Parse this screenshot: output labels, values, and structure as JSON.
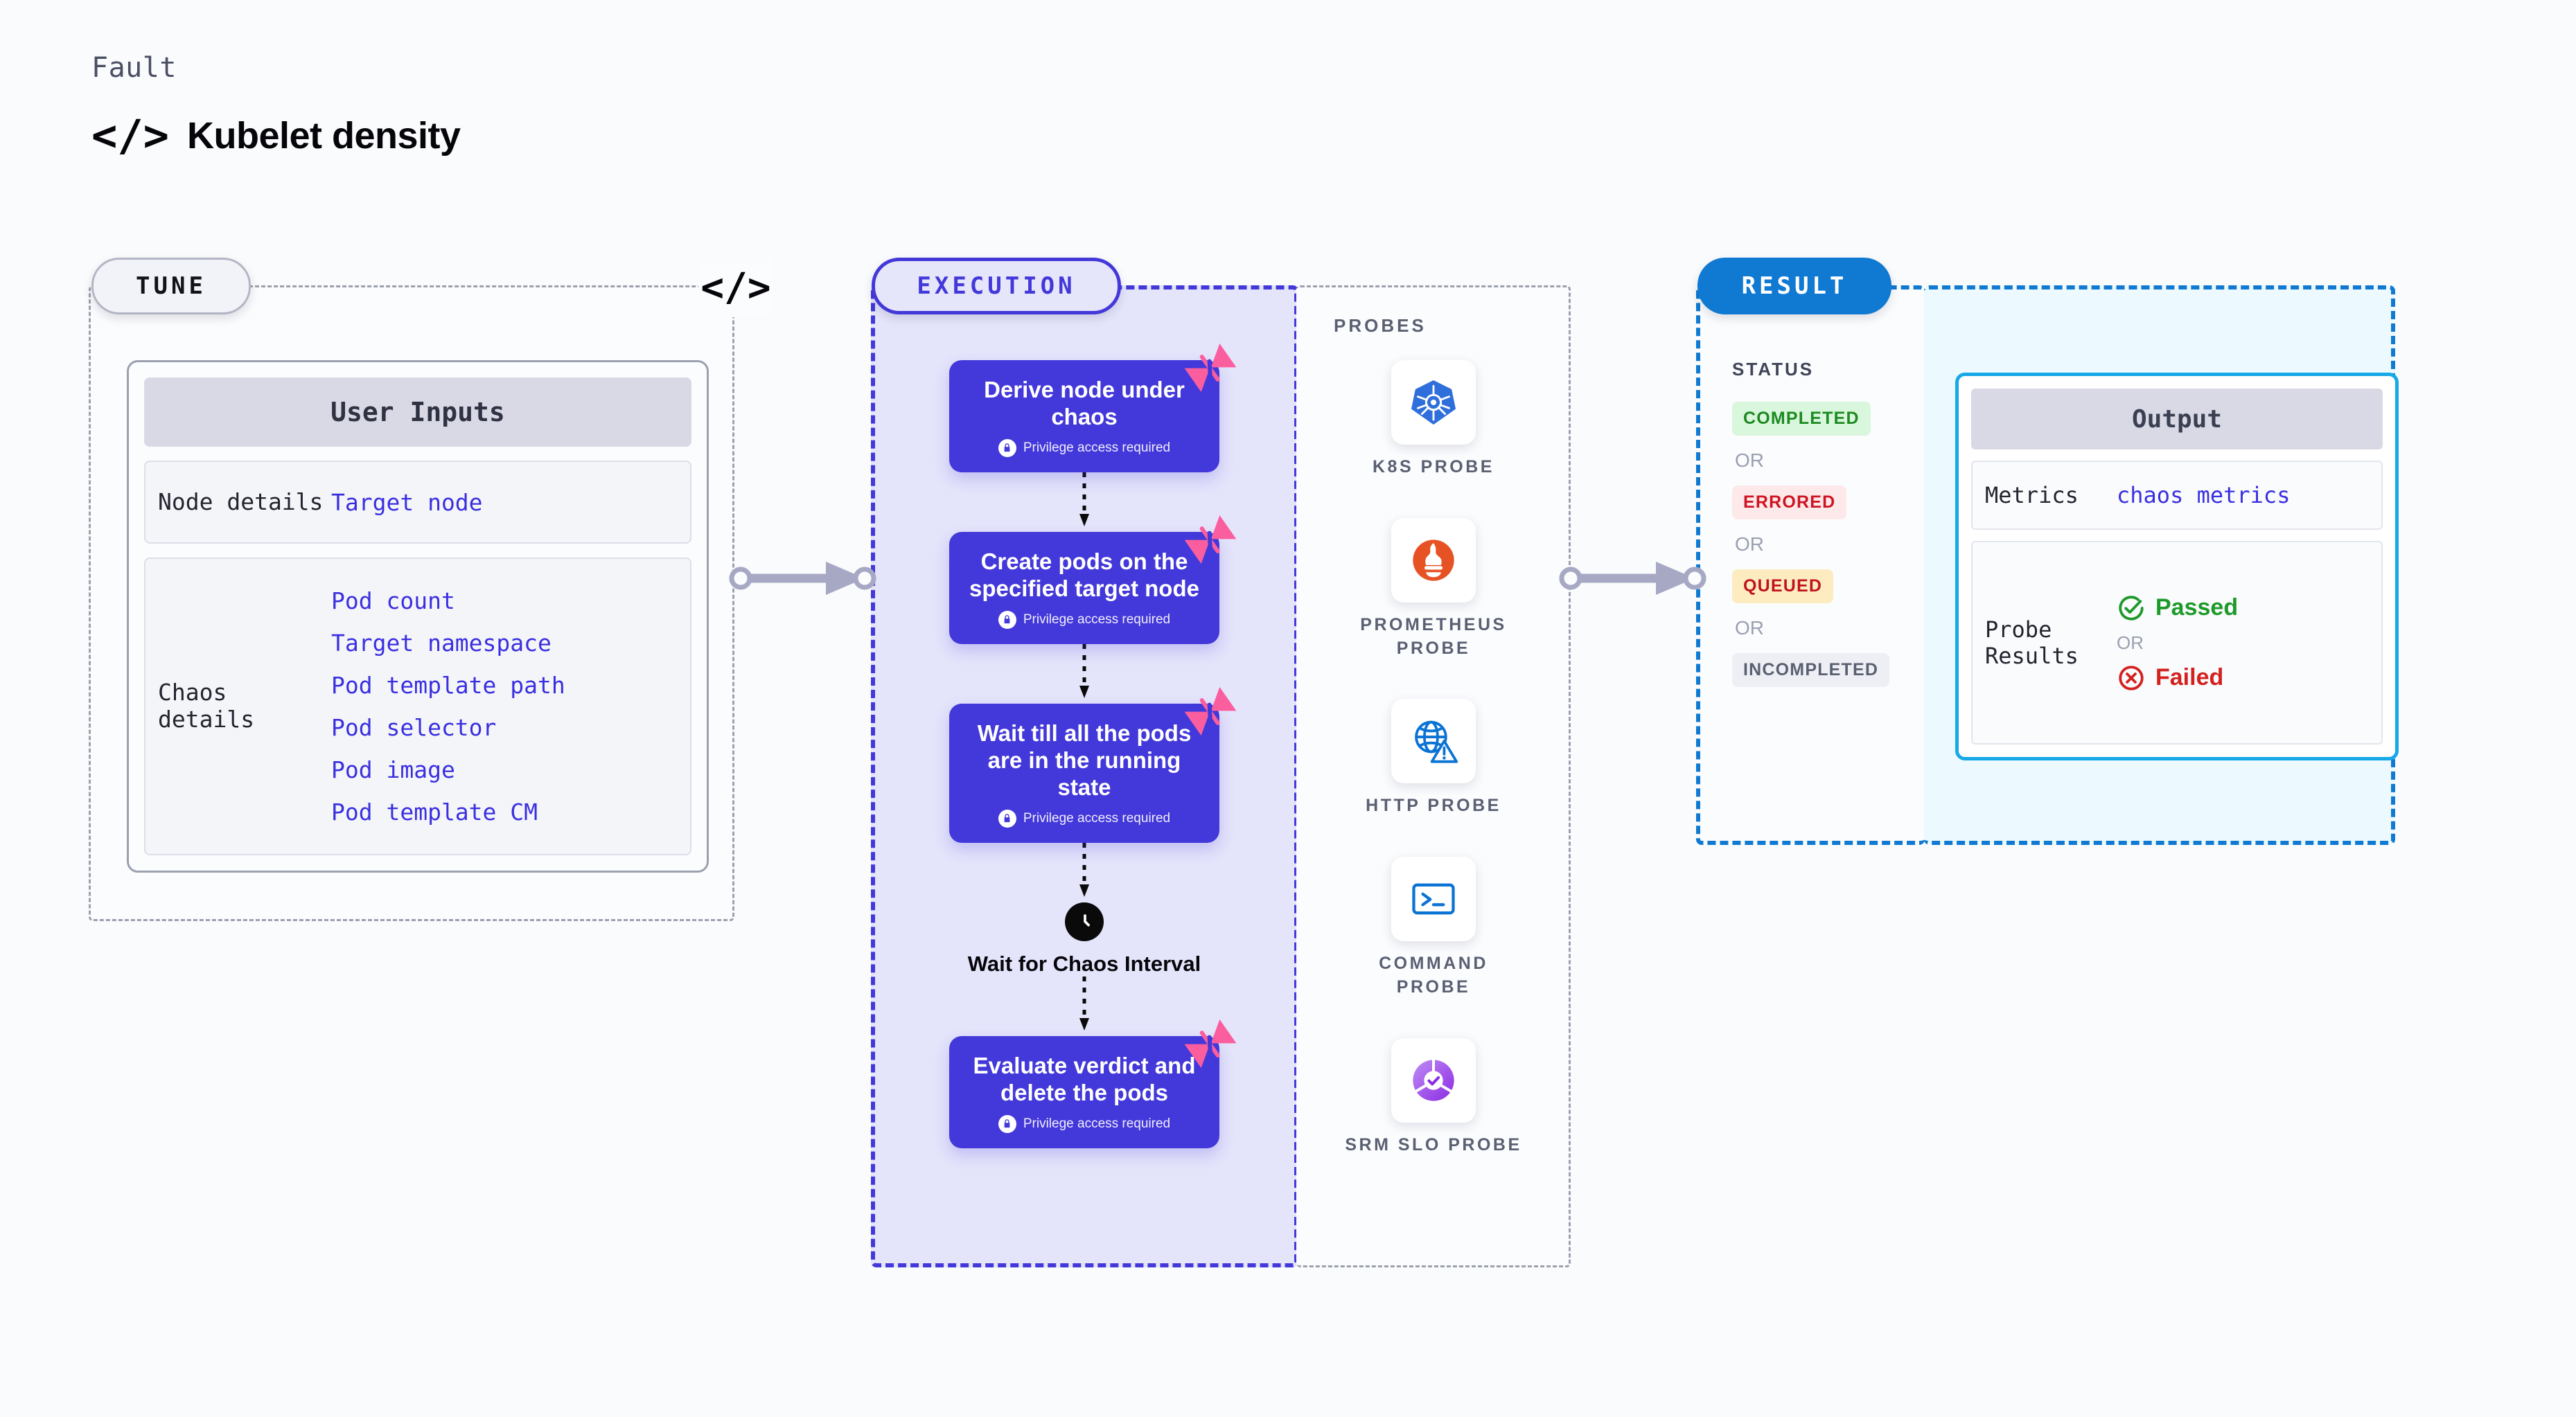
{
  "header": {
    "eyebrow": "Fault",
    "code_icon": "</>",
    "title": "Kubelet density"
  },
  "stages": {
    "tune": "TUNE",
    "execution": "EXECUTION",
    "result": "RESULT",
    "boundary_code_icon": "</>"
  },
  "tune": {
    "card_title": "User Inputs",
    "sections": [
      {
        "label": "Node details",
        "values": [
          "Target node"
        ]
      },
      {
        "label": "Chaos details",
        "values": [
          "Pod count",
          "Target namespace",
          "Pod template path",
          "Pod selector",
          "Pod image",
          "Pod template CM"
        ]
      }
    ]
  },
  "execution": {
    "privilege_note": "Privilege access required",
    "steps": [
      {
        "title": "Derive node under chaos",
        "privileged": true,
        "flagged": true
      },
      {
        "title": "Create pods on the specified target node",
        "privileged": true,
        "flagged": true
      },
      {
        "title": "Wait till all the pods are in the running state",
        "privileged": true,
        "flagged": true
      },
      {
        "title": "Evaluate verdict and delete the pods",
        "privileged": true,
        "flagged": true
      }
    ],
    "wait_node": {
      "label": "Wait for Chaos Interval",
      "icon": "clock-icon"
    }
  },
  "probes": {
    "heading": "PROBES",
    "items": [
      {
        "label": "K8S PROBE",
        "icon": "kubernetes-icon"
      },
      {
        "label": "PROMETHEUS PROBE",
        "icon": "prometheus-icon"
      },
      {
        "label": "HTTP PROBE",
        "icon": "globe-warning-icon"
      },
      {
        "label": "COMMAND PROBE",
        "icon": "terminal-icon"
      },
      {
        "label": "SRM SLO PROBE",
        "icon": "srm-slo-icon"
      }
    ]
  },
  "result": {
    "status_heading": "STATUS",
    "or_label": "OR",
    "statuses": [
      {
        "label": "COMPLETED",
        "fg": "#1d8a22",
        "bg": "#d9f7dc"
      },
      {
        "label": "ERRORED",
        "fg": "#cf1322",
        "bg": "#fde9e9"
      },
      {
        "label": "QUEUED",
        "fg": "#c1121f",
        "bg": "#fdecc0"
      },
      {
        "label": "INCOMPLETED",
        "fg": "#5a6072",
        "bg": "#eeeff4"
      }
    ]
  },
  "output": {
    "card_title": "Output",
    "metrics_label": "Metrics",
    "metrics_value": "chaos metrics",
    "probe_results_label": "Probe Results",
    "or_label": "OR",
    "verdicts": [
      {
        "label": "Passed",
        "color": "#1d9a2a",
        "icon": "check-circle-icon"
      },
      {
        "label": "Failed",
        "color": "#d3211f",
        "icon": "x-circle-icon"
      }
    ]
  },
  "colors": {
    "page_bg": "#fafbfd",
    "execution_accent": "#4338d9",
    "execution_panel_bg": "#e4e4fb",
    "result_accent": "#1079d1",
    "output_accent": "#17a8e8",
    "output_panel_bg": "#ecfaff",
    "link_blue": "#3a2fe0",
    "ribbon_pink": "#fb5e9e"
  }
}
